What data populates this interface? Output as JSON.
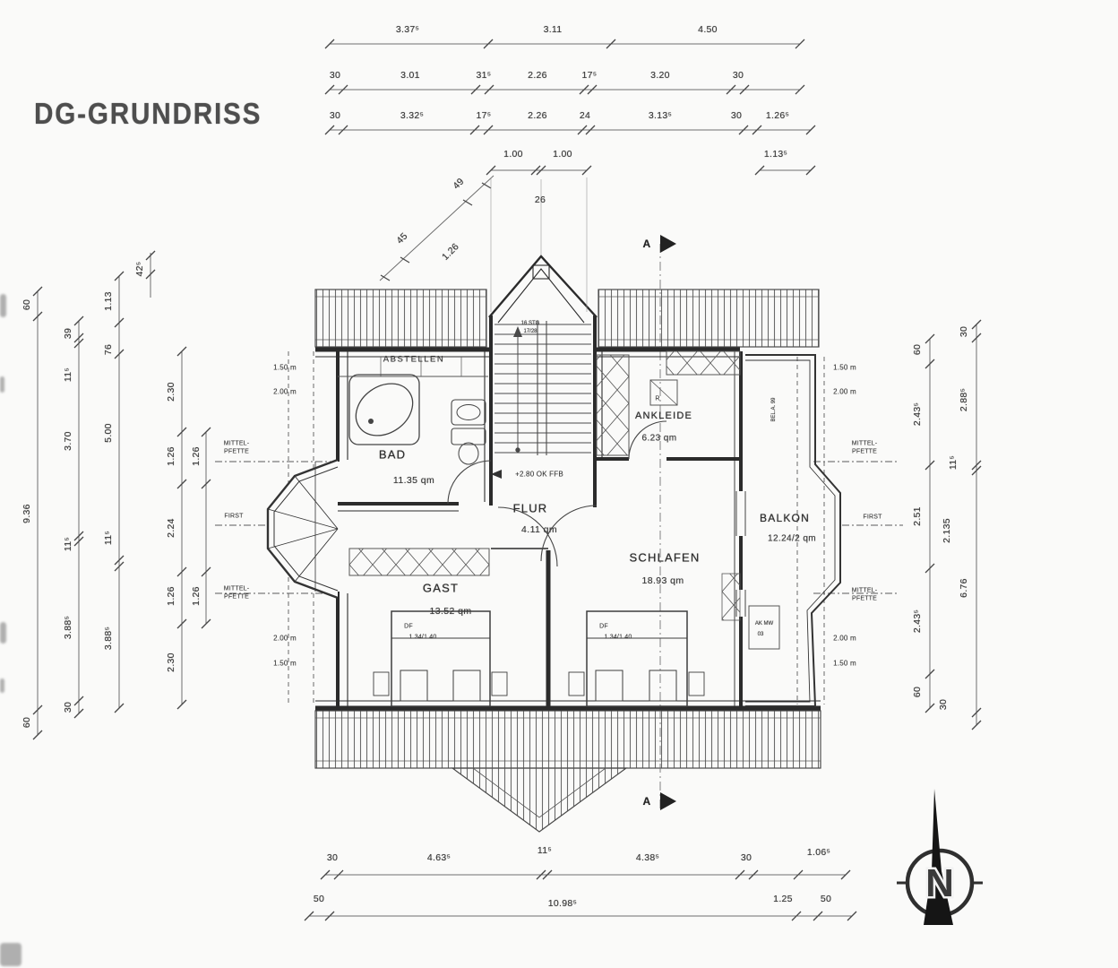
{
  "title": "DG-GRUNDRISS",
  "dims": {
    "t1": [
      "3.37⁵",
      "3.11",
      "4.50"
    ],
    "t2": [
      "30",
      "3.01",
      "31⁵",
      "2.26",
      "17⁵",
      "3.20",
      "30"
    ],
    "t3": [
      "30",
      "3.32⁵",
      "17⁵",
      "2.26",
      "24",
      "3.13⁵",
      "30",
      "1.26⁵"
    ],
    "t4": [
      "1.00",
      "1.00"
    ],
    "t4b": "1.13⁵",
    "t5": "26",
    "diag": [
      "45",
      "1.26",
      "49"
    ],
    "l1": [
      "60",
      "9.36",
      "60"
    ],
    "l2": [
      "39",
      "11⁵",
      "3.70",
      "11⁵",
      "3.88⁵",
      "30"
    ],
    "l3": [
      "1.13",
      "76",
      "5.00",
      "11⁵",
      "3.88⁵"
    ],
    "l4": "42⁵",
    "l5": [
      "2.30",
      "1.26",
      "2.24",
      "1.26",
      "2.30"
    ],
    "l6": [
      "1.26",
      "1.26"
    ],
    "r1": [
      "60",
      "2.43⁵",
      "2.51",
      "2.43⁵",
      "60"
    ],
    "r2": [
      "30",
      "2.88⁵",
      "11⁵",
      "2.135",
      "6.76",
      "30"
    ],
    "b1": [
      "30",
      "4.63⁵",
      "11⁵",
      "4.38⁵",
      "30",
      "1.06⁵"
    ],
    "b2": [
      "50",
      "10.98⁵",
      "1.25",
      "50"
    ]
  },
  "rooms": {
    "abstellen": {
      "name": "ABSTELLEN"
    },
    "bad": {
      "name": "BAD",
      "area": "11.35 qm"
    },
    "flur": {
      "name": "FLUR",
      "area": "4.11 qm"
    },
    "ankleide": {
      "name": "ANKLEIDE",
      "area": "6.23 qm"
    },
    "schlafen": {
      "name": "SCHLAFEN",
      "area": "18.93 qm"
    },
    "gast": {
      "name": "GAST",
      "area": "13.52 qm"
    },
    "balkon": {
      "name": "BALKON",
      "area": "12.24/2 qm"
    }
  },
  "annotations": {
    "mittel1": "MITTEL-",
    "mittel2": "PFETTE",
    "first": "FIRST",
    "h150": "1.50 m",
    "h200": "2.00 m",
    "level": "+2.80 OK FFB",
    "stg1": "16 STG",
    "stg2": "17/28",
    "df": "DF",
    "df_size": "1.34/1.40",
    "bel": "BEL.A. 99",
    "ak1": "AK MW",
    "ak2": "03",
    "r": "R",
    "section": "A",
    "north": "N"
  }
}
